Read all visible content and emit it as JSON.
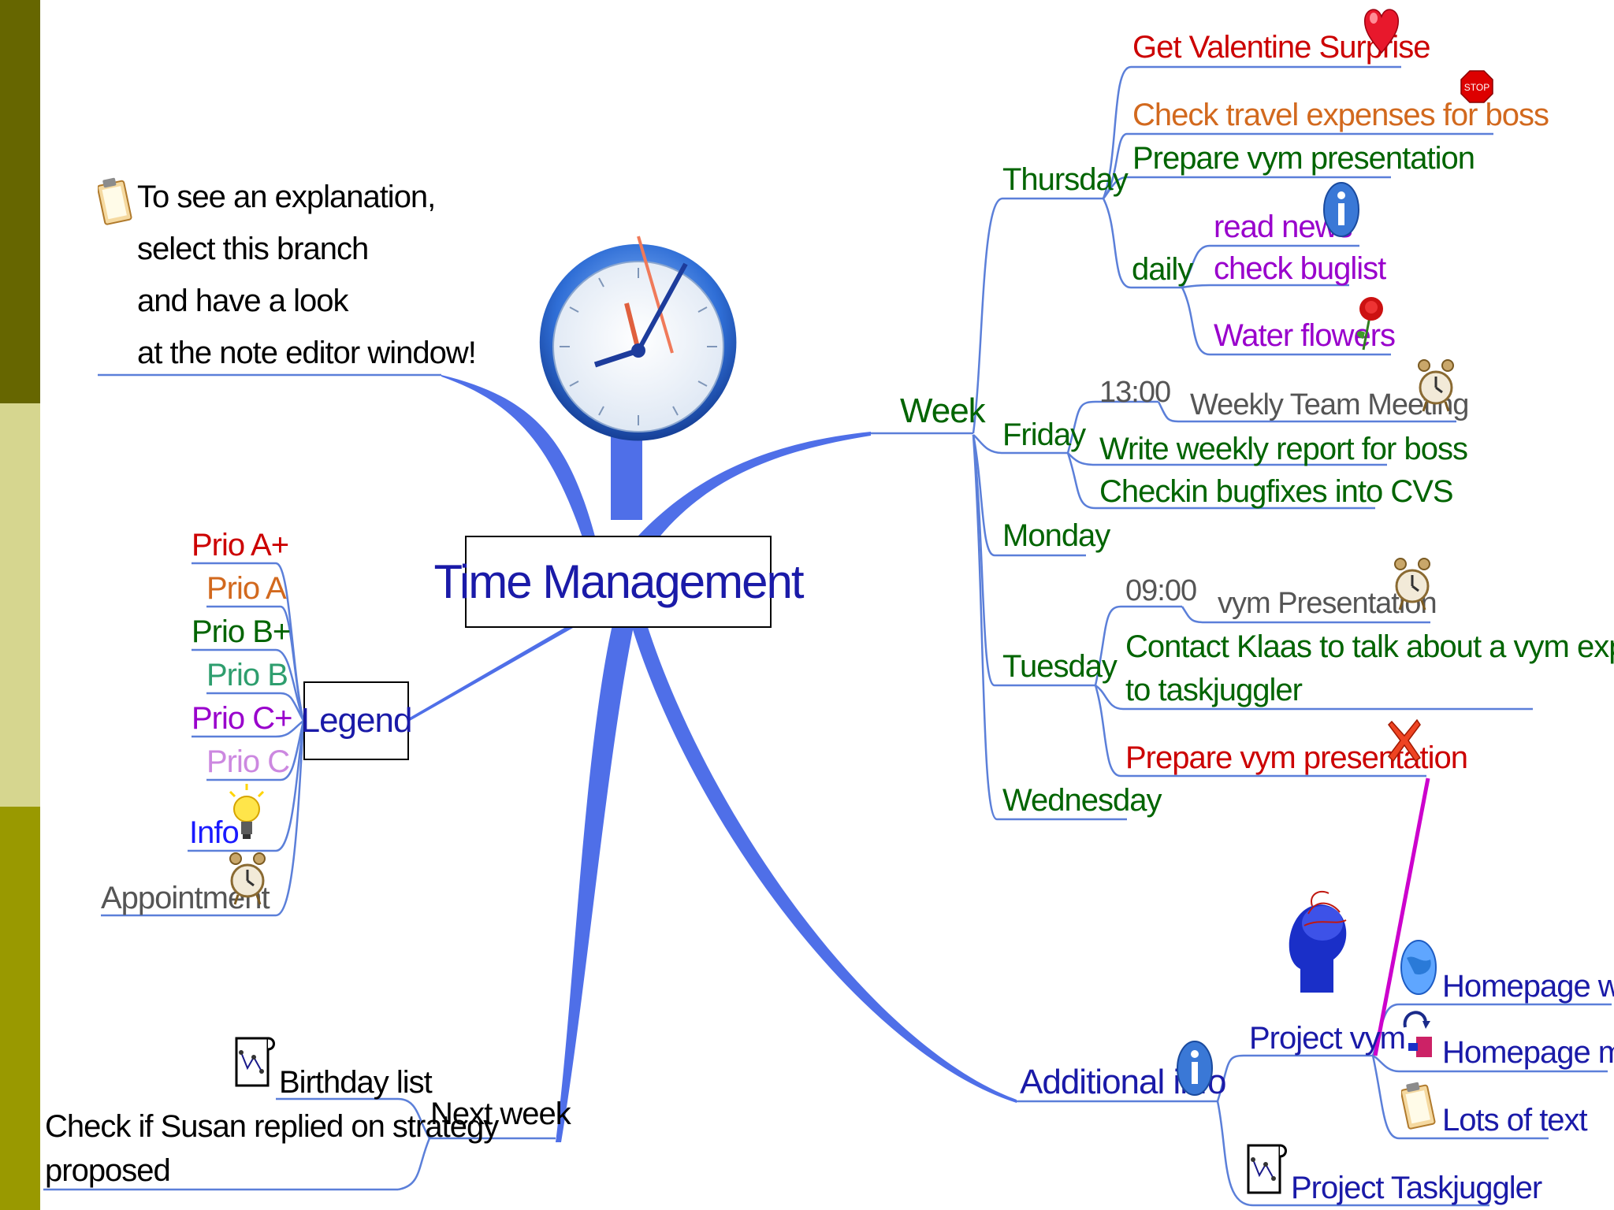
{
  "colors": {
    "branch_blue": "#4f6fe8",
    "line_blue": "#5b7fd9",
    "strip_top": "#666600",
    "strip_mid": "#d6d68f",
    "strip_bottom": "#999900",
    "prio_a_plus": "#cc0000",
    "prio_a": "#d2691e",
    "prio_b_plus": "#006400",
    "prio_b": "#2e9e6e",
    "prio_c_plus": "#9900cc",
    "prio_c": "#cc88e0",
    "info": "#1a1aff",
    "appointment": "#555555",
    "link": "#000099"
  },
  "center": {
    "title": "Time Management",
    "icon": "clock-icon"
  },
  "note": {
    "icon": "clipboard-icon",
    "lines": [
      "To see an explanation,",
      "select this branch",
      "and have a look",
      "at the note editor window!"
    ]
  },
  "legend": {
    "title": "Legend",
    "items": [
      {
        "label": "Prio A+",
        "color": "#cc0000"
      },
      {
        "label": "Prio A",
        "color": "#d2691e"
      },
      {
        "label": "Prio B+",
        "color": "#006400"
      },
      {
        "label": "Prio B",
        "color": "#2e9e6e"
      },
      {
        "label": "Prio C+",
        "color": "#9900cc"
      },
      {
        "label": "Prio C",
        "color": "#cc88e0"
      },
      {
        "label": "Info",
        "color": "#1a1aff",
        "icon": "lightbulb-icon"
      },
      {
        "label": "Appointment",
        "color": "#555555",
        "icon": "alarm-clock-icon"
      }
    ]
  },
  "week": {
    "label": "Week",
    "thursday": {
      "label": "Thursday",
      "items": [
        {
          "label": "Get Valentine Surprise",
          "icon": "heart-icon"
        },
        {
          "label": "Check travel expenses for boss",
          "icon": "stop-icon"
        },
        {
          "label": "Prepare vym presentation"
        }
      ],
      "daily": {
        "label": "daily",
        "items": [
          {
            "label": "read news",
            "icon": "info-icon"
          },
          {
            "label": "check buglist"
          },
          {
            "label": "Water flowers",
            "icon": "rose-icon"
          }
        ]
      }
    },
    "friday": {
      "label": "Friday",
      "time": "13:00",
      "meeting": "Weekly Team Meeting",
      "items": [
        "Write weekly report for boss",
        "Checkin bugfixes into CVS"
      ]
    },
    "monday": {
      "label": "Monday"
    },
    "tuesday": {
      "label": "Tuesday",
      "time": "09:00",
      "presentation": "vym Presentation",
      "contact_line1": "Contact Klaas to talk about a vym export",
      "contact_line2": "to taskjuggler",
      "prepare": "Prepare vym presentation"
    },
    "wednesday": {
      "label": "Wednesday"
    }
  },
  "next_week": {
    "label": "Next week",
    "birthday": "Birthday list",
    "susan_line1": "Check if Susan replied on strategy",
    "susan_line2": "proposed"
  },
  "additional": {
    "label": "Additional info",
    "project_vym": "Project vym",
    "homepage_www": "Homepage www",
    "homepage_map": "Homepage map",
    "lots_of_text": "Lots of text",
    "project_taskjuggler": "Project Taskjuggler"
  }
}
